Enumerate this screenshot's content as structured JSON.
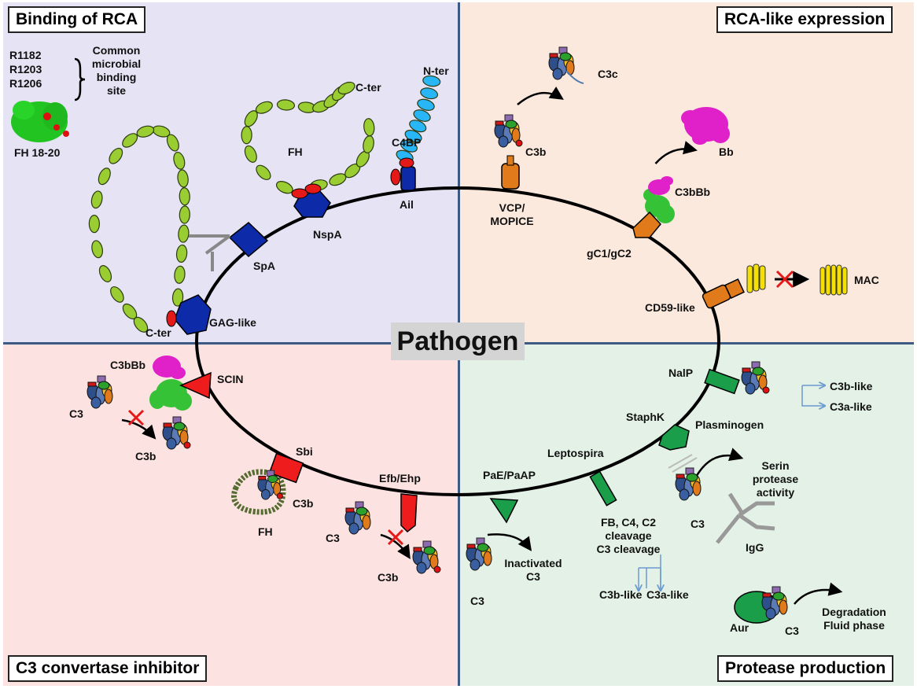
{
  "panels": {
    "top_left": "Binding of RCA",
    "top_right": "RCA-like expression",
    "bottom_left": "C3 convertase inhibitor",
    "bottom_right": "Protease production"
  },
  "center": "Pathogen",
  "binding": {
    "residues": [
      "R1182",
      "R1203",
      "R1206"
    ],
    "site": [
      "Common",
      "microbial",
      "binding",
      "site"
    ],
    "fh_domain": "FH 18-20",
    "c_ter_top": "C-ter",
    "n_ter": "N-ter",
    "fh": "FH",
    "c4bp": "C4BP",
    "ail": "Ail",
    "nspa": "NspA",
    "spa": "SpA",
    "gag": "GAG-like",
    "c_ter_bottom": "C-ter"
  },
  "rca_like": {
    "c3c": "C3c",
    "c3b": "C3b",
    "bb": "Bb",
    "c3bbb": "C3bBb",
    "vcp": [
      "VCP/",
      "MOPICE"
    ],
    "gc": "gC1/gC2",
    "cd59": "CD59-like",
    "mac": "MAC"
  },
  "convertase": {
    "c3bbb": "C3bBb",
    "scin": "SCIN",
    "c3_left": "C3",
    "c3b_left": "C3b",
    "sbi": "Sbi",
    "c3b_sbi": "C3b",
    "fh": "FH",
    "efb": "Efb/Ehp",
    "c3_bottom": "C3",
    "c3b_bottom": "C3b"
  },
  "protease": {
    "nalp": "NalP",
    "c3b_like_top": "C3b-like",
    "c3a_like_top": "C3a-like",
    "staphk": "StaphK",
    "plasminogen": "Plasminogen",
    "serin": [
      "Serin",
      "protease",
      "activity"
    ],
    "c3_plasmin": "C3",
    "igg": "IgG",
    "leptospira": "Leptospira",
    "pae": "PaE/PaAP",
    "cleavage": [
      "FB, C4, C2",
      "cleavage",
      "C3 cleavage"
    ],
    "c3b_like_bottom": "C3b-like",
    "c3a_like_bottom": "C3a-like",
    "inactivated": [
      "Inactivated",
      "C3"
    ],
    "c3_pae": "C3",
    "aur": "Aur",
    "c3_aur": "C3",
    "degradation": [
      "Degradation",
      "Fluid phase"
    ]
  },
  "colors": {
    "membrane": "#000000",
    "green_bead": "#9acd32",
    "blue_bead": "#29b6f6",
    "blue_protein": "#0d2aa8",
    "orange_protein": "#e07a1a",
    "red_protein": "#ee1c1c",
    "green_protein": "#1a9e4a",
    "mac_yellow": "#f5e000",
    "magenta": "#e020c8"
  }
}
